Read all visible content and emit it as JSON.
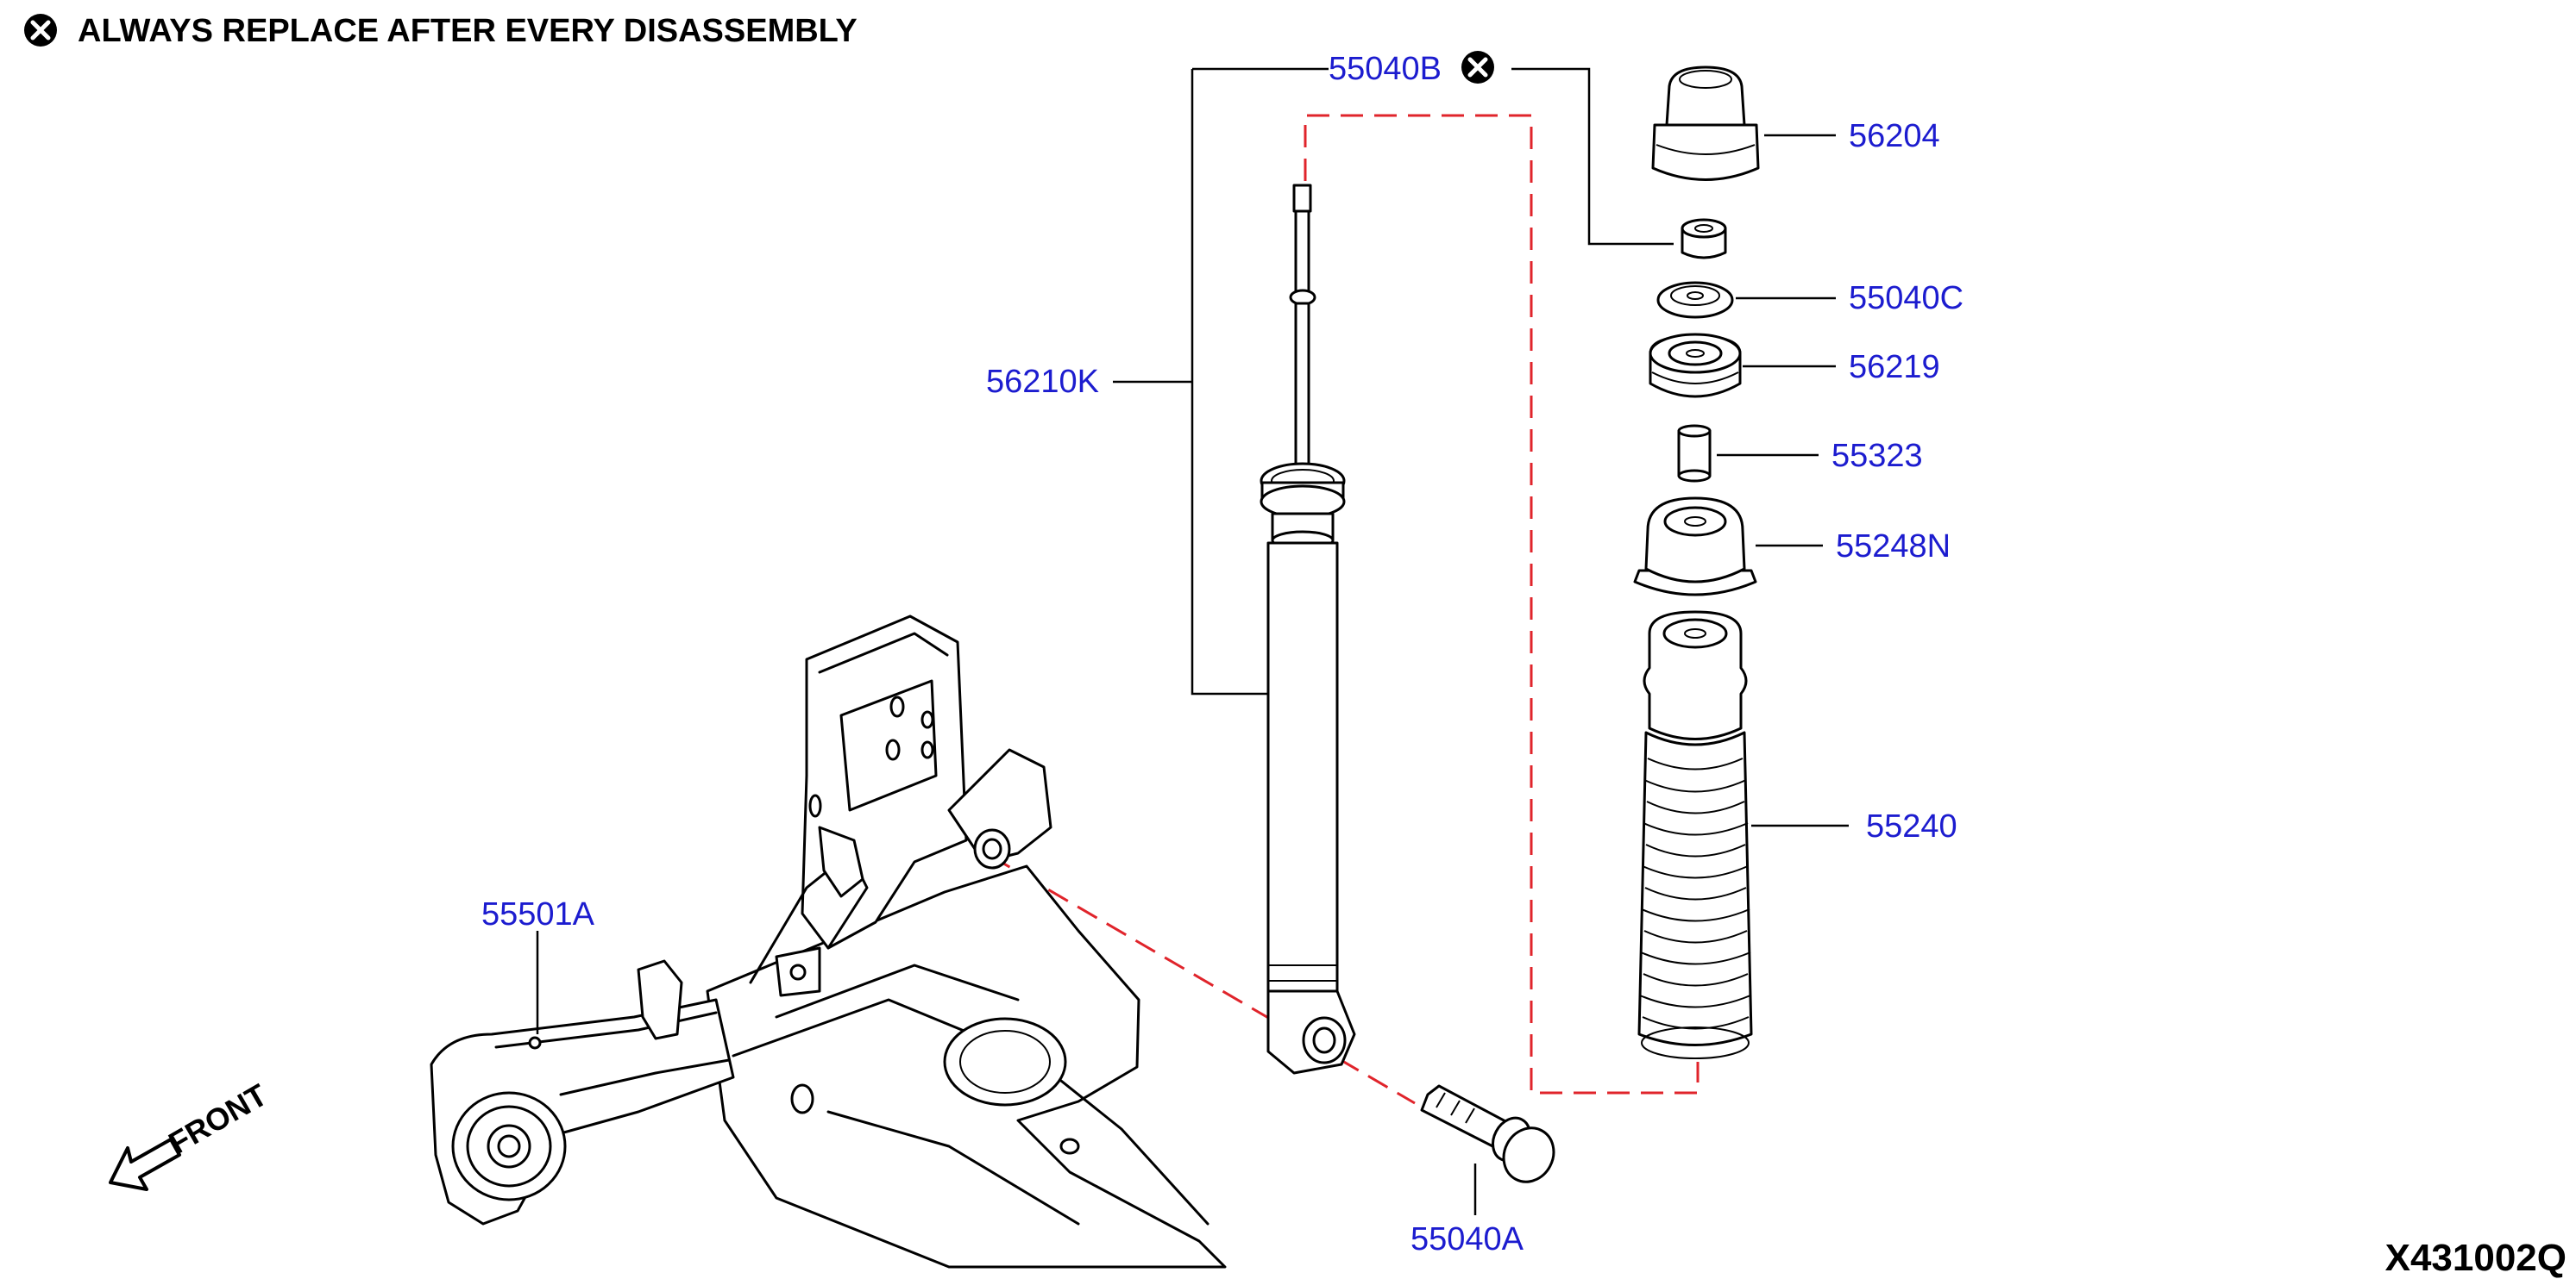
{
  "heading": {
    "note": "ALWAYS REPLACE AFTER EVERY DISASSEMBLY",
    "icon": "circle-x-icon"
  },
  "direction": {
    "label": "FRONT",
    "icon": "arrow-icon"
  },
  "reference_code": "X431002Q",
  "callouts": {
    "c55040B": "55040B",
    "c56204": "56204",
    "c55040C": "55040C",
    "c56219": "56219",
    "c56210K": "56210K",
    "c55323": "55323",
    "c55248N": "55248N",
    "c55240": "55240",
    "c55501A": "55501A",
    "c55040A": "55040A"
  },
  "colors": {
    "callout_text": "#1c1ccf",
    "dashed_line": "#e0242b",
    "line_art": "#000000"
  }
}
